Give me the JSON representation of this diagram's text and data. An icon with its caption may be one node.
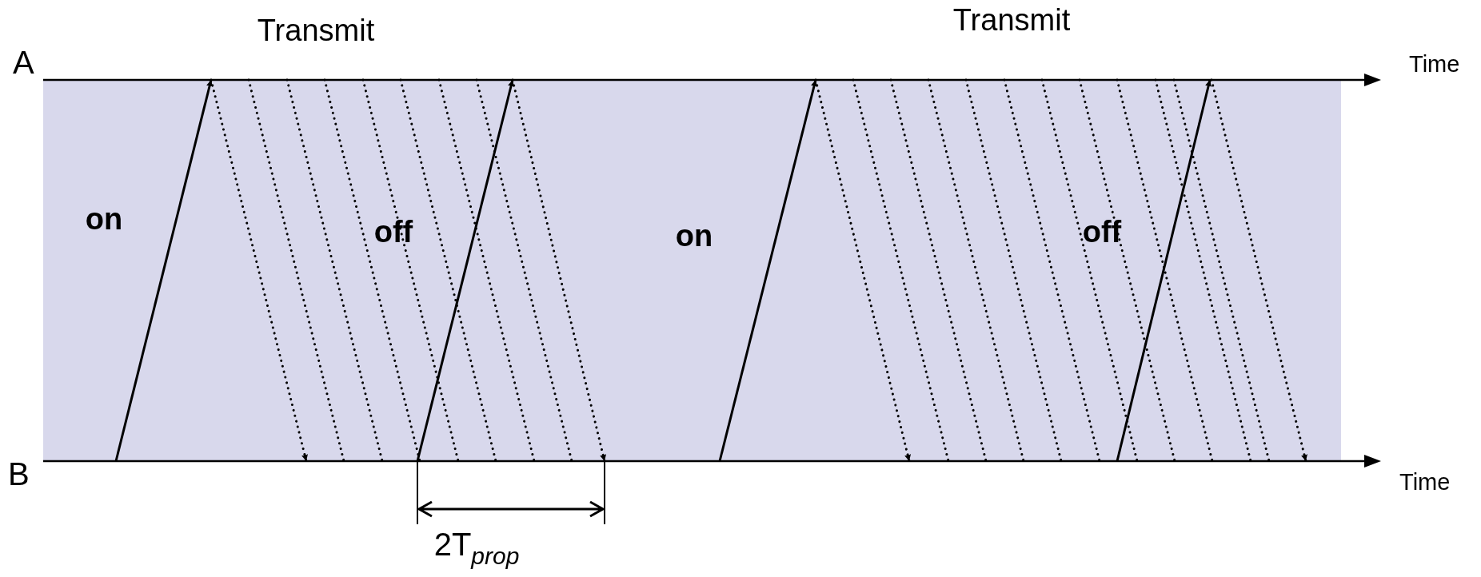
{
  "diagram": {
    "nodes": [
      {
        "text": [
          "A"
        ],
        "beside": [
          "Time"
        ]
      },
      {
        "text": [
          "B"
        ],
        "beside": [
          "Time"
        ]
      }
    ],
    "edges": [
      {
        "from": 1,
        "to": 0,
        "arrow": "to"
      },
      {
        "from": 0,
        "to": 1,
        "arrow": "to",
        "style": "dashed"
      },
      {
        "from": 0,
        "to": 1,
        "arrow": "none",
        "style": "dashed"
      },
      {
        "from": 0,
        "to": 1,
        "arrow": "none",
        "style": "dashed"
      },
      {
        "from": 0,
        "to": 1,
        "arrow": "none",
        "style": "dashed"
      },
      {
        "from": 0,
        "to": 1,
        "arrow": "none",
        "style": "dashed"
      },
      {
        "from": 0,
        "to": 1,
        "arrow": "none",
        "style": "dashed"
      },
      {
        "from": 0,
        "to": 1,
        "arrow": "none",
        "style": "dashed"
      },
      {
        "from": 0,
        "to": 1,
        "arrow": "none",
        "style": "dashed"
      },
      {
        "from": 1,
        "to": 0,
        "arrow": "to"
      },
      {
        "from": 0,
        "to": 1,
        "arrow": "to",
        "style": "dashed"
      },
      {
        "from": 1,
        "to": 0,
        "arrow": "to"
      },
      {
        "from": 0,
        "to": 1,
        "arrow": "to",
        "style": "dashed"
      },
      {
        "from": 0,
        "to": 1,
        "arrow": "none",
        "style": "dashed"
      },
      {
        "from": 0,
        "to": 1,
        "arrow": "none",
        "style": "dashed"
      },
      {
        "from": 0,
        "to": 1,
        "arrow": "none",
        "style": "dashed"
      },
      {
        "from": 0,
        "to": 1,
        "arrow": "none",
        "style": "dashed"
      },
      {
        "from": 0,
        "to": 1,
        "arrow": "none",
        "style": "dashed"
      },
      {
        "from": 0,
        "to": 1,
        "arrow": "none",
        "style": "dashed"
      },
      {
        "from": 0,
        "to": 1,
        "arrow": "none",
        "style": "dashed"
      },
      {
        "from": 0,
        "to": 1,
        "arrow": "none",
        "style": "dashed"
      },
      {
        "from": 0,
        "to": 1,
        "arrow": "none",
        "style": "dashed"
      },
      {
        "from": 0,
        "to": 1,
        "arrow": "none",
        "style": "dashed"
      },
      {
        "from": 1,
        "to": 0,
        "arrow": "to"
      },
      {
        "from": 0,
        "to": 1,
        "arrow": "to",
        "style": "dashed"
      }
    ],
    "labels": [
      "Transmit",
      "Transmit",
      "on",
      "off",
      "on",
      "off",
      "2T$_{prop}$"
    ]
  }
}
